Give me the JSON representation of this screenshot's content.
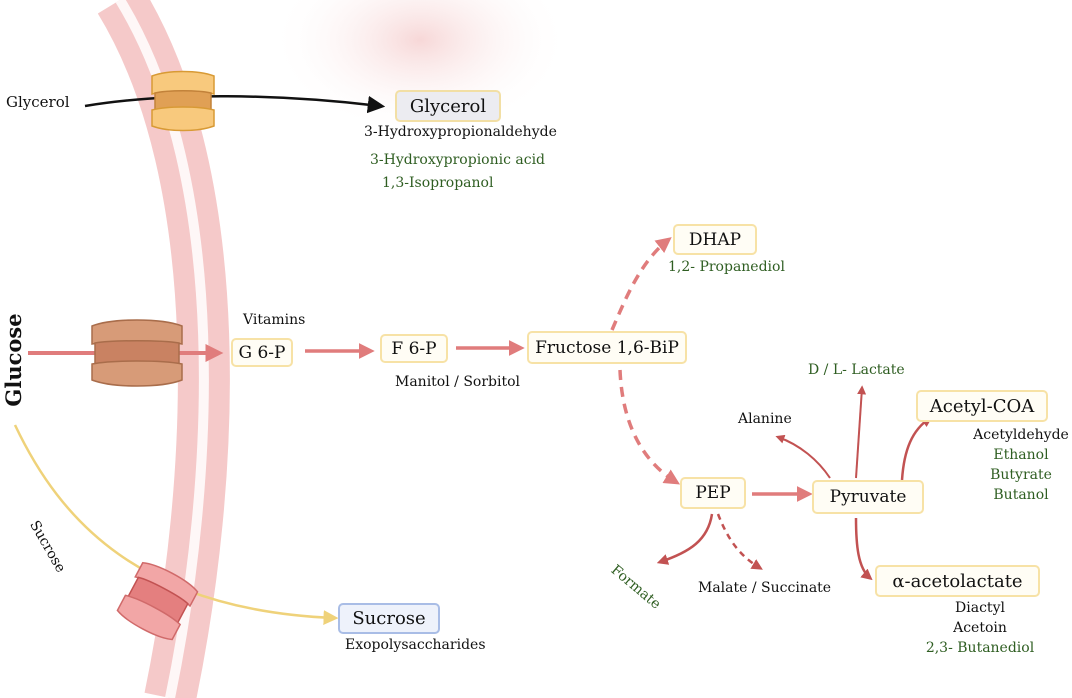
{
  "glycerol": {
    "outside_label": "Glycerol",
    "node": "Glycerol",
    "products": [
      "3-Hydroxypropionaldehyde",
      "3-Hydroxypropionic acid",
      "1,3-Isopropanol"
    ]
  },
  "glucose": {
    "label": "Glucose"
  },
  "g6p": {
    "node": "G 6-P",
    "label": "Vitamins"
  },
  "f6p": {
    "node": "F 6-P",
    "label": "Manitol / Sorbitol"
  },
  "fbp": {
    "node": "Fructose 1,6-BiP"
  },
  "dhap": {
    "node": "DHAP",
    "label": "1,2- Propanediol"
  },
  "pep": {
    "node": "PEP",
    "formate": "Formate",
    "malate": "Malate / Succinate"
  },
  "pyruvate": {
    "node": "Pyruvate",
    "alanine": "Alanine",
    "lactate": "D / L- Lactate"
  },
  "acetyl": {
    "node": "Acetyl-COA",
    "products": [
      "Acetyldehyde",
      "Ethanol",
      "Butyrate",
      "Butanol"
    ]
  },
  "acetolactate": {
    "node": "α-acetolactate",
    "products": [
      "Diactyl",
      "Acetoin",
      "2,3- Butanediol"
    ]
  },
  "sucrose": {
    "outside_label": "Sucrose",
    "node": "Sucrose",
    "label": "Exopolysaccharides"
  },
  "colors": {
    "membrane": "#f5c9c9",
    "arrow_red": "#e07c7c",
    "arrow_dark_red": "#c25252",
    "arrow_yellow": "#efd27a",
    "product_green": "#2f5e22",
    "node_border": "#f7e2a6",
    "sucrose_border": "#a9bde6"
  }
}
